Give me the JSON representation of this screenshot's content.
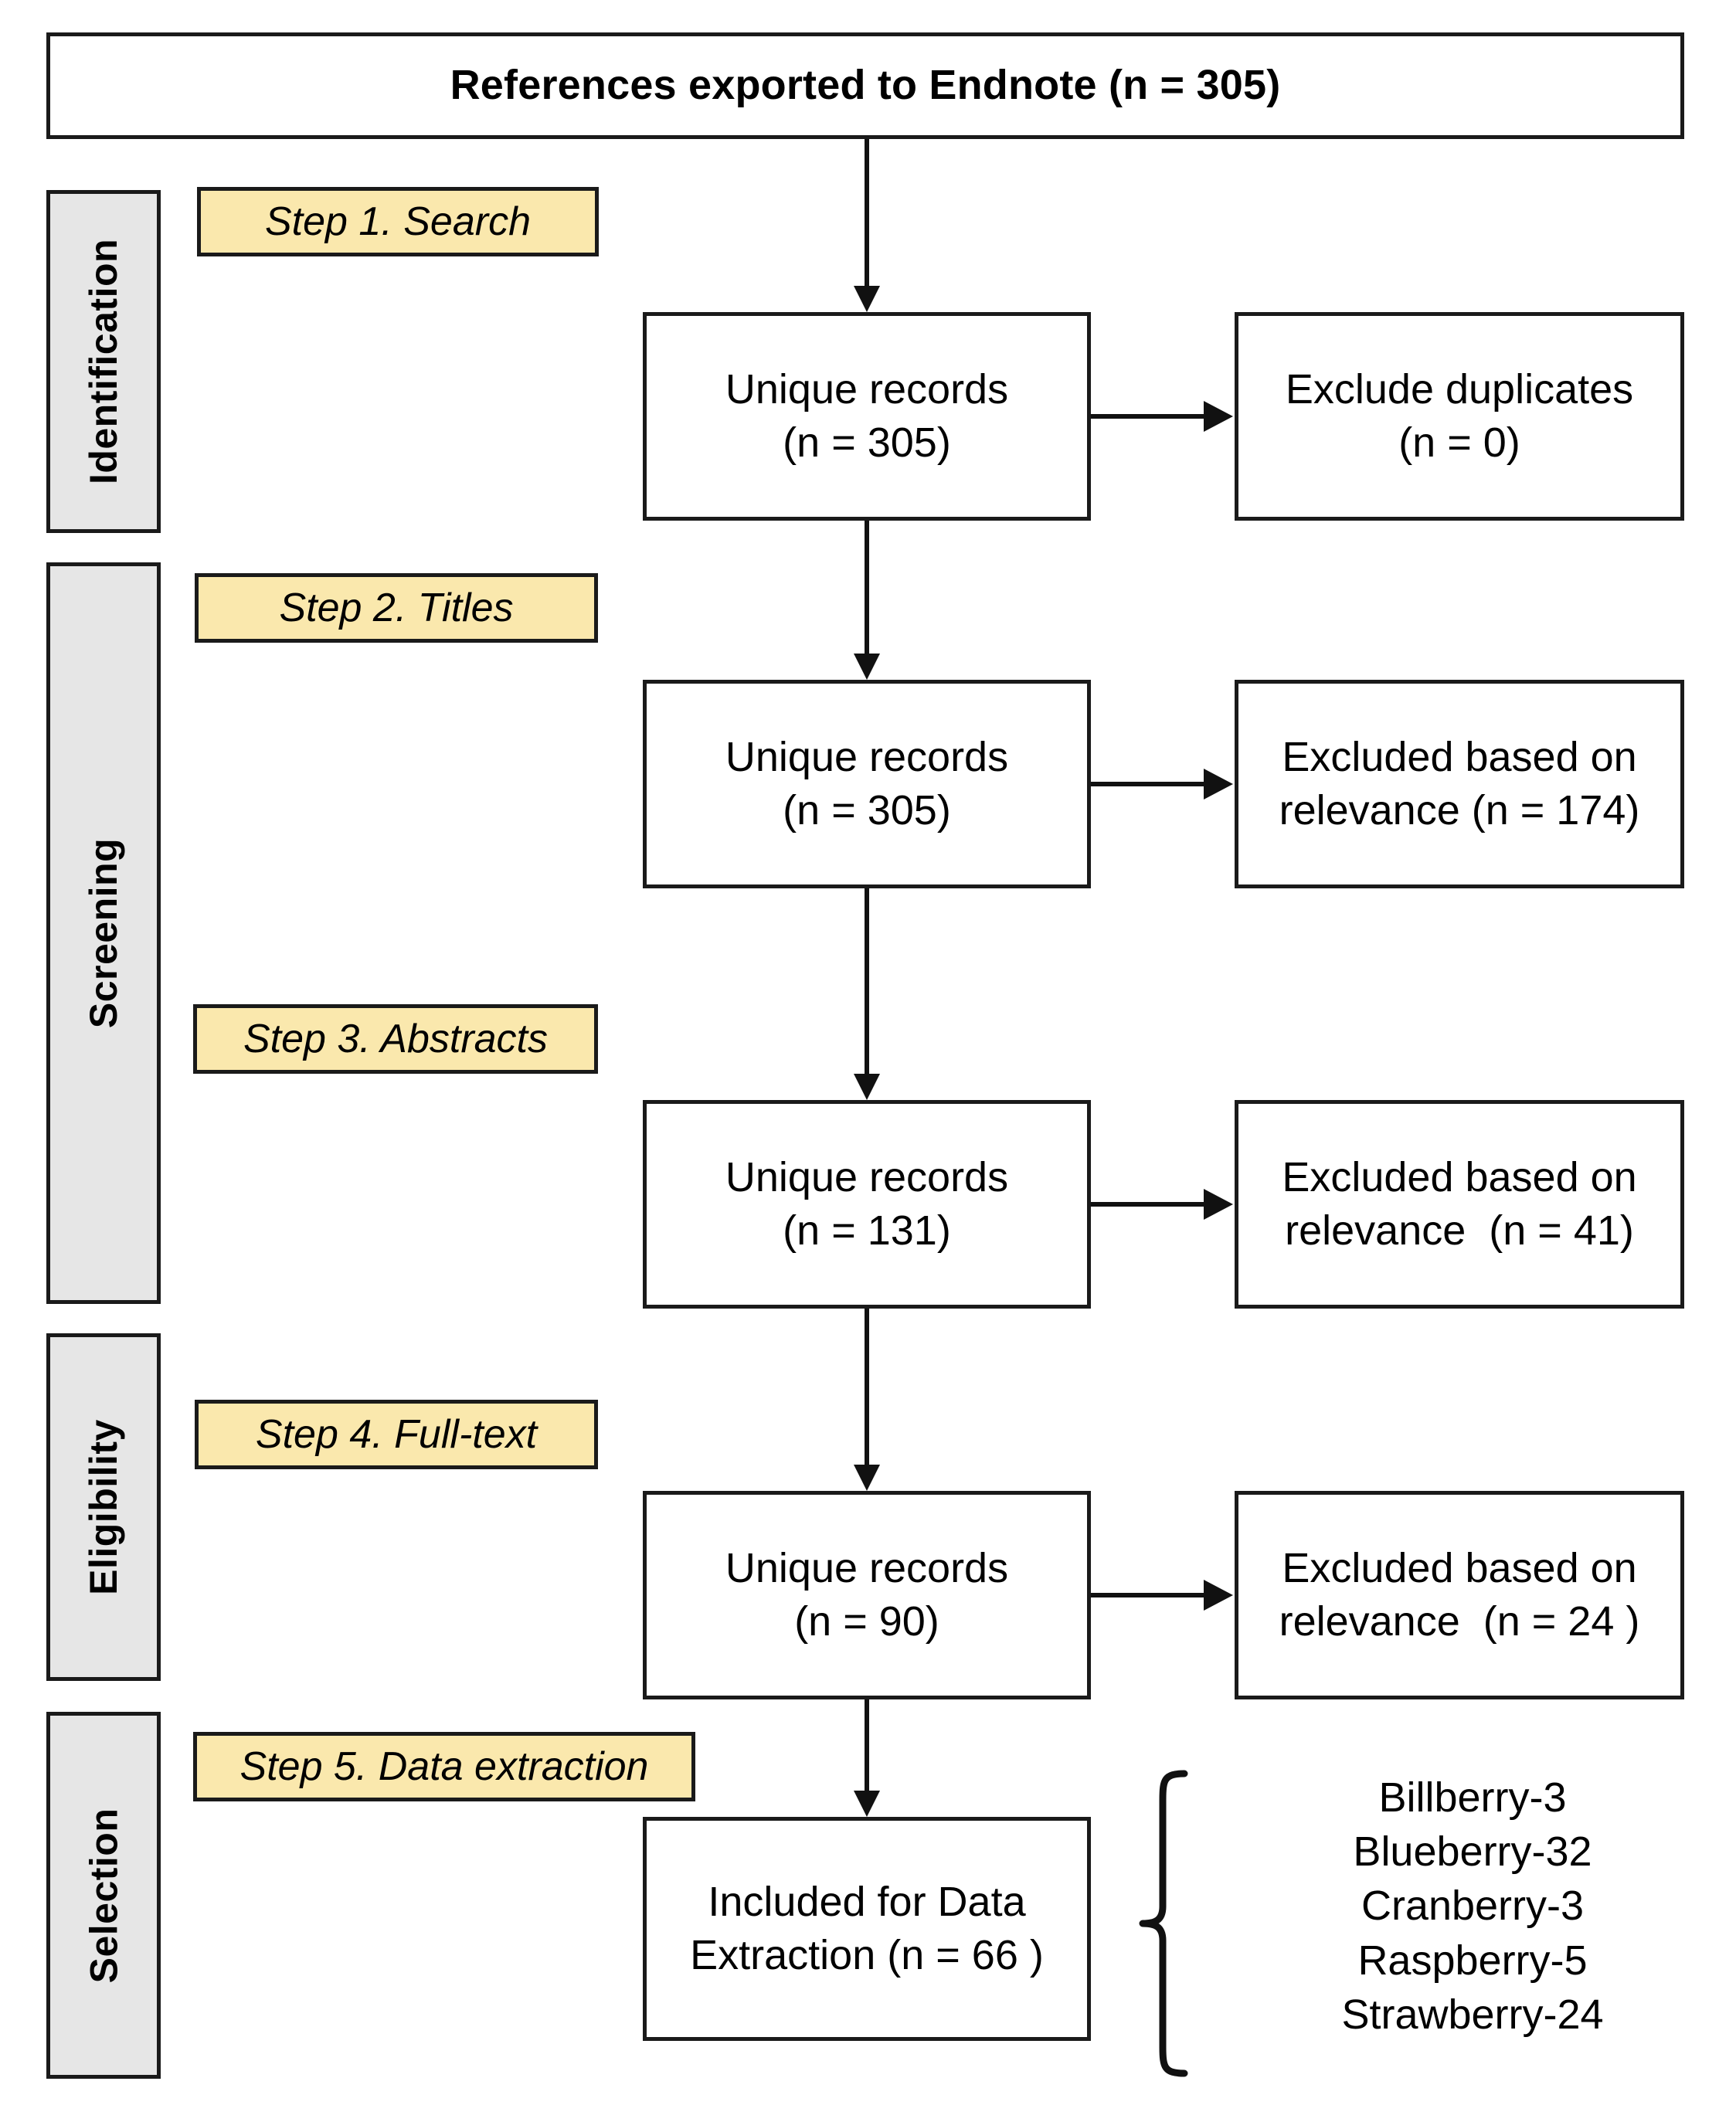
{
  "diagram": {
    "title_box": {
      "label": "References exported to Endnote (n = 305)"
    },
    "stages": [
      {
        "name": "Identification"
      },
      {
        "name": "Screening"
      },
      {
        "name": "Eligibility"
      },
      {
        "name": "Selection"
      }
    ],
    "steps": [
      {
        "label": "Step 1. Search"
      },
      {
        "label": "Step 2. Titles"
      },
      {
        "label": "Step 3. Abstracts"
      },
      {
        "label": "Step 4. Full-text"
      },
      {
        "label": "Step 5. Data extraction"
      }
    ],
    "main_boxes": [
      {
        "line1": "Unique records",
        "line2": "(n = 305)"
      },
      {
        "line1": "Unique records",
        "line2": "(n = 305)"
      },
      {
        "line1": "Unique records",
        "line2": "(n = 131)"
      },
      {
        "line1": "Unique records",
        "line2": "(n = 90)"
      },
      {
        "line1": "Included for Data",
        "line2": "Extraction (n = 66 )"
      }
    ],
    "exclude_boxes": [
      {
        "line1": "Exclude duplicates",
        "line2": "(n = 0)"
      },
      {
        "line1": "Excluded based on",
        "line2": "relevance (n = 174)"
      },
      {
        "line1": "Excluded based on",
        "line2": "relevance  (n = 41)"
      },
      {
        "line1": "Excluded based on",
        "line2": "relevance  (n = 24 )"
      }
    ],
    "berries": [
      {
        "label": "Billberry-3"
      },
      {
        "label": "Blueberry-32"
      },
      {
        "label": "Cranberry-3"
      },
      {
        "label": "Raspberry-5"
      },
      {
        "label": "Strawberry-24"
      }
    ],
    "colors": {
      "step_chip_fill": "#fae8ad",
      "stage_bar_fill": "#e6e6e6",
      "stroke": "#1a1a1a",
      "background": "#ffffff"
    }
  }
}
